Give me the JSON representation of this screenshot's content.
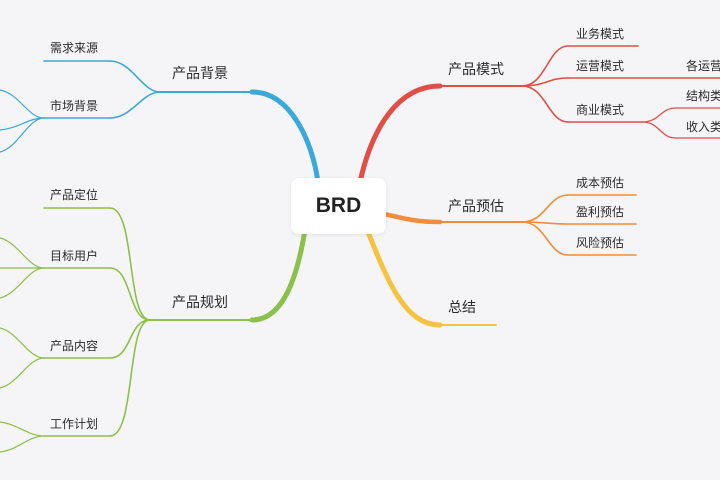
{
  "root": {
    "label": "BRD"
  },
  "colors": {
    "background": "#f5f5f7",
    "blue": "#3aa8d8",
    "green": "#8cc04c",
    "red": "#e24e45",
    "orange": "#f08c3c",
    "yellow": "#f6c242"
  },
  "branches": {
    "background": {
      "label": "产品背景",
      "children": [
        "需求来源",
        "市场背景"
      ]
    },
    "planning": {
      "label": "产品规划",
      "children": [
        "产品定位",
        "目标用户",
        "产品内容",
        "工作计划"
      ]
    },
    "model": {
      "label": "产品模式",
      "children": [
        "业务模式",
        "运营模式",
        "商业模式"
      ],
      "operation_children": [
        "各运营"
      ],
      "business_children": [
        "结构类",
        "收入类"
      ]
    },
    "estimate": {
      "label": "产品预估",
      "children": [
        "成本预估",
        "盈利预估",
        "风险预估"
      ]
    },
    "summary": {
      "label": "总结"
    }
  }
}
